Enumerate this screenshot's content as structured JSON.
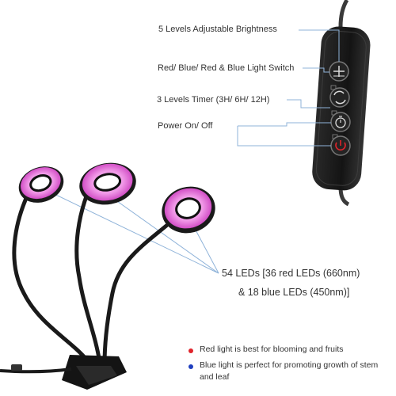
{
  "features": {
    "brightness": "5 Levels Adjustable Brightness",
    "switch": "Red/ Blue/ Red & Blue Light Switch",
    "timer": "3 Levels Timer (3H/ 6H/ 12H)",
    "power": "Power On/ Off"
  },
  "leds": {
    "line1": "54 LEDs [36 red LEDs (660nm)",
    "line2": "& 18 blue LEDs (450nm)]"
  },
  "notes": [
    {
      "text": "Red light is best for blooming and fruits",
      "color": "#e0242b"
    },
    {
      "text": "Blue light is perfect for promoting growth of stem and leaf",
      "color": "#1f3fbf"
    }
  ],
  "icons": {
    "plus": "plus-icon",
    "cycle": "cycle-icon",
    "timer": "timer-icon",
    "power": "power-icon"
  },
  "colors": {
    "led_pink": "#e070d8",
    "controller": "#1c1c1c",
    "leader_line": "#8fb3d9"
  }
}
